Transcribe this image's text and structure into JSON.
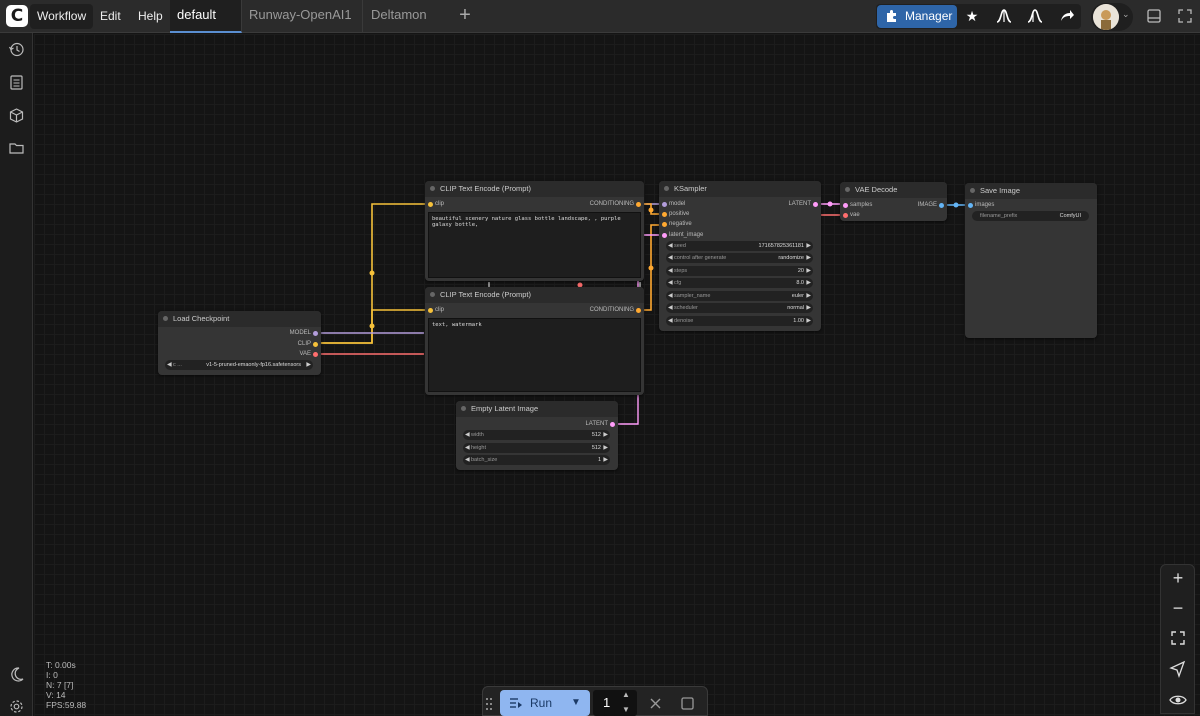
{
  "menu": {
    "workflow": "Workflow",
    "edit": "Edit",
    "help": "Help"
  },
  "tabs": [
    "default",
    "Runway-OpenAI1",
    "Deltamon"
  ],
  "toolbar": {
    "manager_label": "Manager"
  },
  "nodes": {
    "load_checkpoint": {
      "title": "Load Checkpoint",
      "outputs": [
        "MODEL",
        "CLIP",
        "VAE"
      ],
      "ckpt_label": "c ...",
      "ckpt_value": "v1-5-pruned-emaonly-fp16.safetensors"
    },
    "clip_pos": {
      "title": "CLIP Text Encode (Prompt)",
      "input": "clip",
      "output": "CONDITIONING",
      "text": "beautiful scenery nature glass bottle landscape, , purple galaxy bottle,"
    },
    "clip_neg": {
      "title": "CLIP Text Encode (Prompt)",
      "input": "clip",
      "output": "CONDITIONING",
      "text": "text, watermark"
    },
    "ksampler": {
      "title": "KSampler",
      "inputs": [
        "model",
        "positive",
        "negative",
        "latent_image"
      ],
      "output": "LATENT",
      "widgets": [
        {
          "name": "seed",
          "value": "171657825361181"
        },
        {
          "name": "control after generate",
          "value": "randomize"
        },
        {
          "name": "steps",
          "value": "20"
        },
        {
          "name": "cfg",
          "value": "8.0"
        },
        {
          "name": "sampler_name",
          "value": "euler"
        },
        {
          "name": "scheduler",
          "value": "normal"
        },
        {
          "name": "denoise",
          "value": "1.00"
        }
      ]
    },
    "vae_decode": {
      "title": "VAE Decode",
      "inputs": [
        "samples",
        "vae"
      ],
      "output": "IMAGE"
    },
    "save_image": {
      "title": "Save Image",
      "input": "images",
      "prefix_label": "filename_prefix",
      "prefix_value": "ComfyUI"
    },
    "empty_latent": {
      "title": "Empty Latent Image",
      "output": "LATENT",
      "widgets": [
        {
          "name": "width",
          "value": "512"
        },
        {
          "name": "height",
          "value": "512"
        },
        {
          "name": "batch_size",
          "value": "1"
        }
      ]
    }
  },
  "stats": {
    "t": "T: 0.00s",
    "i": "I: 0",
    "n": "N: 7 [7]",
    "v": "V: 14",
    "fps": "FPS:59.88"
  },
  "runbar": {
    "run_label": "Run",
    "count": "1"
  },
  "colors": {
    "clip": "#f6c13a",
    "model": "#b39ddb",
    "vae": "#ff6e6e",
    "conditioning": "#ffa931",
    "latent": "#ff9cf9",
    "image": "#64b5f6",
    "accent": "#2e65a8"
  }
}
